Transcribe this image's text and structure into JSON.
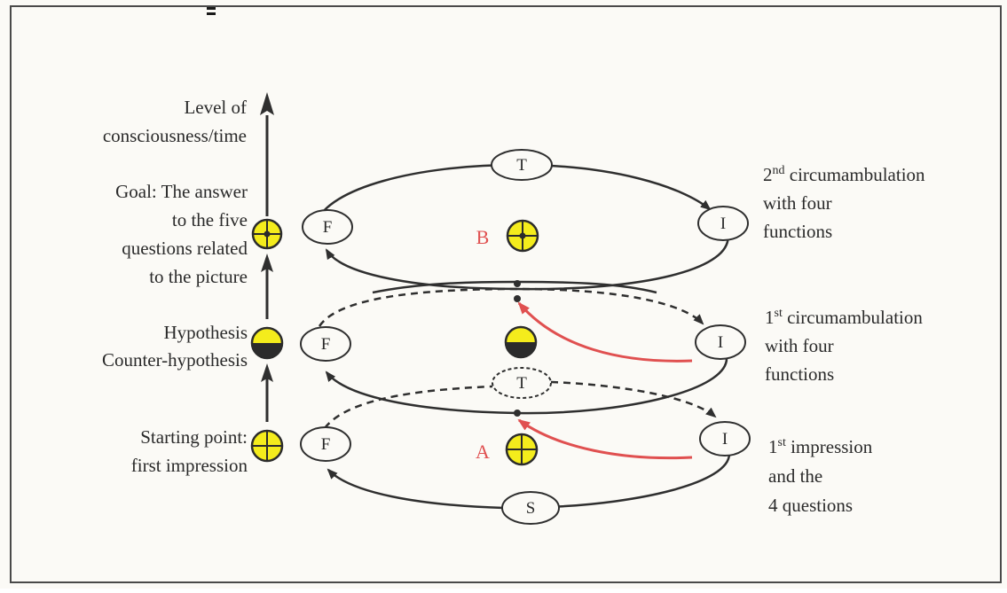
{
  "left_labels": {
    "axis": [
      "Level of",
      "consciousness/time"
    ],
    "goal": [
      "Goal: The answer",
      "to the five",
      "questions related",
      "to the picture"
    ],
    "hypothesis": [
      "Hypothesis",
      "Counter-hypothesis"
    ],
    "start": [
      "Starting point:",
      "first impression"
    ]
  },
  "right_labels": {
    "second": {
      "sup_pre": "2",
      "sup": "nd",
      "line1_rest": " circumambulation",
      "line2": "with four",
      "line3": "functions"
    },
    "first": {
      "sup_pre": "1",
      "sup": "st",
      "line1_rest": " circumambulation",
      "line2": "with four",
      "line3": "functions"
    },
    "impression": {
      "sup_pre": "1",
      "sup": "st",
      "line1_rest": " impression",
      "line2": "and the",
      "line3": "4 questions"
    }
  },
  "nodes": {
    "top_t": "T",
    "top_f": "F",
    "top_i": "I",
    "mid_t": "T",
    "mid_f": "F",
    "mid_i": "I",
    "low_s": "S",
    "low_f": "F",
    "low_i": "I"
  },
  "markers": {
    "a": "A",
    "b": "B"
  },
  "colors": {
    "line": "#2f2f2f",
    "red": "#e05050",
    "yellow": "#f4ec1c",
    "symbol_dark": "#2b2b2b",
    "background": "#fbfaf6"
  },
  "icons": [
    "arrow-up-icon",
    "circle-cross-symbol-icon",
    "circle-half-symbol-icon",
    "circle-dot-cross-symbol-icon"
  ]
}
